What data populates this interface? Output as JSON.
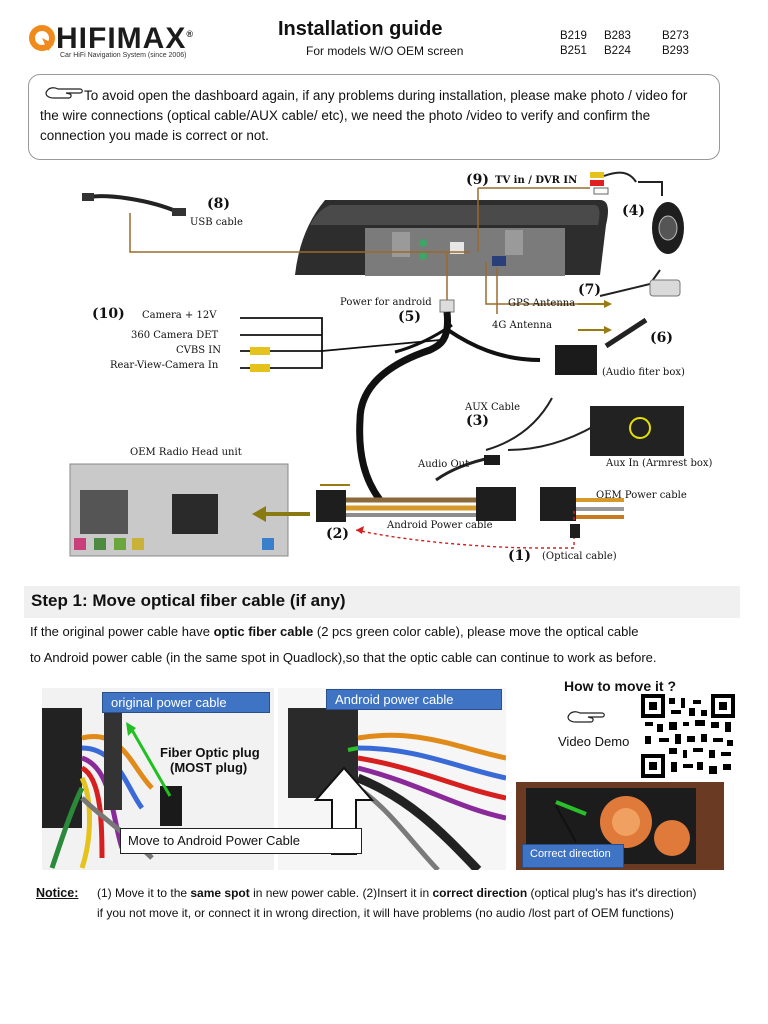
{
  "header": {
    "brand": "HIFIMAX",
    "brand_reg": "®",
    "brand_tagline": "Car HiFi Navigation System (since 2006)",
    "title": "Installation guide",
    "subtitle": "For models W/O OEM screen",
    "models": [
      "B219",
      "B283",
      "B273",
      "B251",
      "B224",
      "B293"
    ]
  },
  "notice_box": {
    "text": "To avoid open the dashboard again, if any problems during installation, please make photo / video for the wire connections (optical cable/AUX cable/ etc), we need the photo /video to verify and confirm the connection you made is correct or not."
  },
  "diagram": {
    "labels": {
      "usb_num": "(8)",
      "usb": "USB cable",
      "tv_num": "(9)",
      "tv": "TV in / DVR IN",
      "n4": "(4)",
      "n7": "(7)",
      "gps": "GPS Antenna",
      "n6": "(6)",
      "g4": "4G Antenna",
      "power_android": "Power for android",
      "n5": "(5)",
      "n10": "(10)",
      "cam12": "Camera + 12V",
      "cam360": "360 Camera DET",
      "cvbs": "CVBS IN",
      "rearcam": "Rear-View-Camera In",
      "audio_filter": "(Audio fiter box)",
      "aux_cable": "AUX Cable",
      "n3": "(3)",
      "aux_in": "Aux In (Armrest box)",
      "audio_out": "Audio Out",
      "oem_radio": "OEM Radio Head unit",
      "oem_power": "OEM Power cable",
      "android_power": "Android Power cable",
      "n2": "(2)",
      "n1": "(1)",
      "optical": "(Optical cable)"
    }
  },
  "step1": {
    "title": "Step 1:  Move optical fiber cable (if any)",
    "p1_a": "If the original power cable have ",
    "p1_b": "optic fiber cable",
    "p1_c": " (2 pcs green color cable), please move the optical cable",
    "p2": "to Android power cable (in the same spot in Quadlock),so that the optic cable can continue to work as before."
  },
  "photos": {
    "orig_tag": "original power cable",
    "android_tag": "Android power cable",
    "fiber_plug": "Fiber Optic plug",
    "most_plug": "(MOST plug)",
    "move_to": "Move to Android Power Cable",
    "how": "How to move it ?",
    "video": "Video Demo",
    "correct": "Correct direction"
  },
  "notice": {
    "label": "Notice:",
    "l1_a": "(1) Move it to the ",
    "l1_b": "same spot",
    "l1_c": " in new power cable. (2)Insert it in ",
    "l1_d": "correct direction",
    "l1_e": " (optical plug's has it's direction)",
    "l2": "if you not move it, or connect it in wrong direction, it will have problems (no audio /lost part of OEM functions)"
  },
  "colors": {
    "brand_orange": "#f08a1c",
    "tag_blue": "#3f74c4",
    "arrow_olive": "#8a7a12",
    "optical_red": "#d62020"
  }
}
